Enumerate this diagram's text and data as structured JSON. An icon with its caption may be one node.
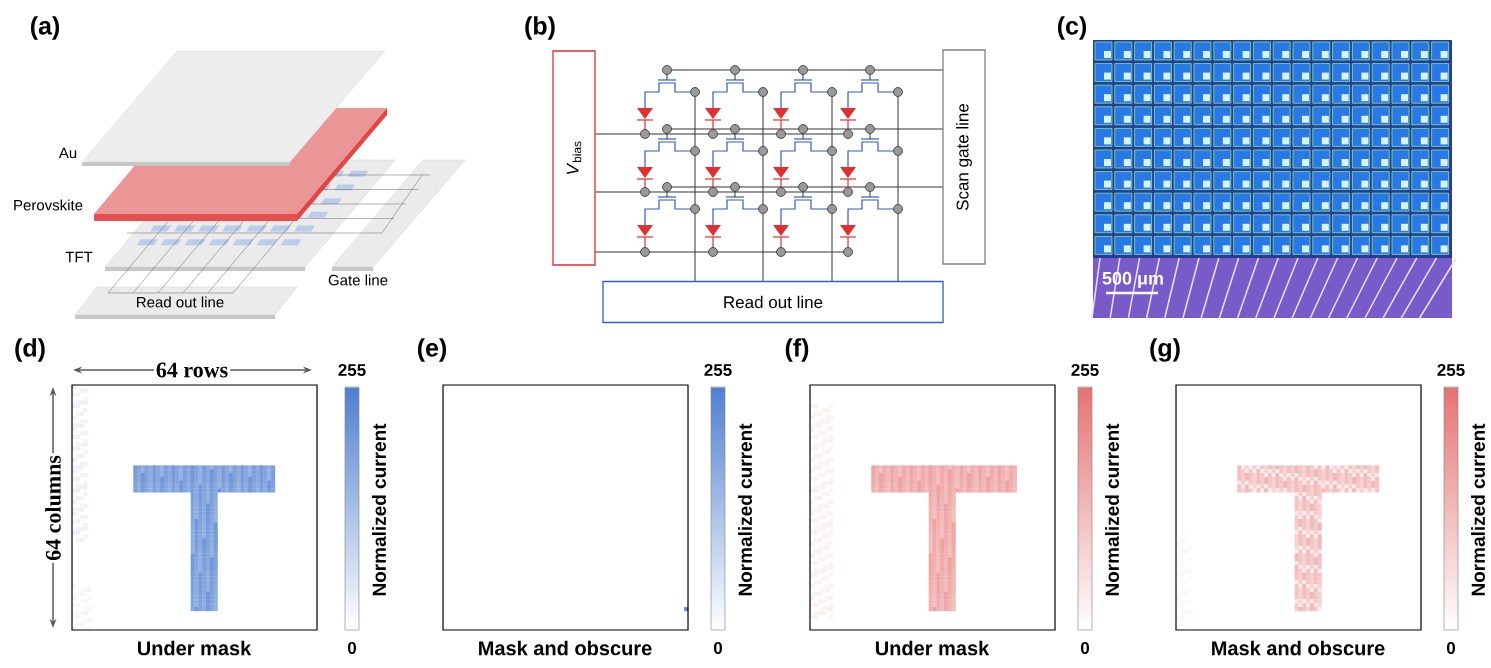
{
  "diagram": {
    "nodes": [
      {
        "text": [
          "*V*$_{bias}$"
        ]
      },
      {
        "text": [
          "Scan gate line"
        ]
      },
      {
        "text": [
          "Read out line"
        ]
      }
    ],
    "labels": [
      "(a)",
      "(b)",
      "(c)",
      "Au",
      "Perovskite",
      "TFT",
      "Gate line",
      "Read out line",
      "500 μm",
      "(d)",
      "64 rows",
      "64 columns",
      "255",
      "Normalized current",
      "0",
      "Under mask",
      "(e)",
      "255",
      "Normalized current",
      "0",
      "Mask and obscure",
      "(f)",
      "255",
      "Normalized current",
      "0",
      "Under mask",
      "(g)",
      "255",
      "Normalized current",
      "0",
      "Mask and obscure"
    ]
  }
}
